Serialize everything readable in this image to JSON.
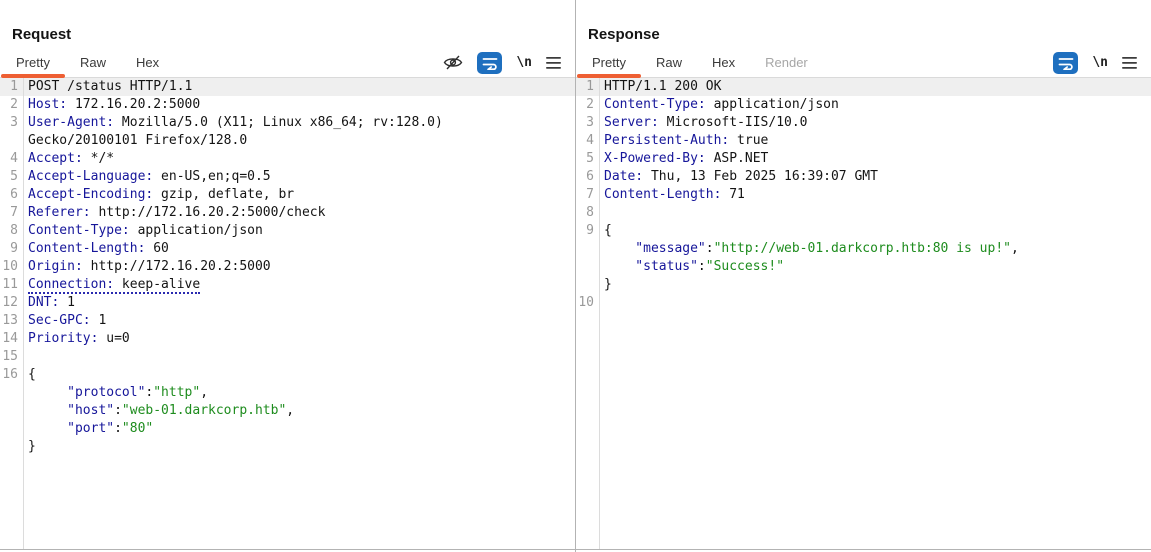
{
  "colors": {
    "accent_orange": "#ee5f33",
    "wrap_button_blue": "#1e6fbf",
    "active_layout_blue": "#1e5c94",
    "header_name_blue": "#16169a",
    "string_green": "#1e8c1e",
    "row_highlight": "#efefef"
  },
  "layout_controls": {
    "buttons": [
      {
        "name": "split-columns-layout",
        "icon": "two-vertical-panes-icon",
        "active": true
      },
      {
        "name": "split-rows-layout",
        "icon": "two-horizontal-panes-icon",
        "active": false
      },
      {
        "name": "single-pane-layout",
        "icon": "single-pane-icon",
        "active": false
      }
    ]
  },
  "request": {
    "title": "Request",
    "tabs": [
      {
        "label": "Pretty",
        "active": true
      },
      {
        "label": "Raw"
      },
      {
        "label": "Hex"
      }
    ],
    "toolbar": {
      "icons": [
        "hide-eye-icon",
        "soft-wrap-icon",
        "newline-icon",
        "menu-icon"
      ],
      "newline_label": "\\n"
    },
    "editable": true,
    "lines": [
      {
        "n": "1",
        "hl": true,
        "t": [
          [
            "p",
            "POST /status HTTP/1.1"
          ]
        ]
      },
      {
        "n": "2",
        "t": [
          [
            "h",
            "Host:"
          ],
          [
            "p",
            " 172.16.20.2:5000"
          ]
        ]
      },
      {
        "n": "3",
        "t": [
          [
            "h",
            "User-Agent:"
          ],
          [
            "p",
            " Mozilla/5.0 (X11; Linux x86_64; rv:128.0)"
          ]
        ]
      },
      {
        "t": [
          [
            "p",
            "Gecko/20100101 Firefox/128.0"
          ]
        ]
      },
      {
        "n": "4",
        "t": [
          [
            "h",
            "Accept:"
          ],
          [
            "p",
            " */*"
          ]
        ]
      },
      {
        "n": "5",
        "t": [
          [
            "h",
            "Accept-Language:"
          ],
          [
            "p",
            " en-US,en;q=0.5"
          ]
        ]
      },
      {
        "n": "6",
        "t": [
          [
            "h",
            "Accept-Encoding:"
          ],
          [
            "p",
            " gzip, deflate, br"
          ]
        ]
      },
      {
        "n": "7",
        "t": [
          [
            "h",
            "Referer:"
          ],
          [
            "p",
            " http://172.16.20.2:5000/check"
          ]
        ]
      },
      {
        "n": "8",
        "t": [
          [
            "h",
            "Content-Type:"
          ],
          [
            "p",
            " application/json"
          ]
        ]
      },
      {
        "n": "9",
        "t": [
          [
            "h",
            "Content-Length:"
          ],
          [
            "p",
            " 60"
          ]
        ]
      },
      {
        "n": "10",
        "t": [
          [
            "h",
            "Origin:"
          ],
          [
            "p",
            " http://172.16.20.2:5000"
          ]
        ]
      },
      {
        "n": "11",
        "dotted": true,
        "t": [
          [
            "h",
            "Connection:"
          ],
          [
            "p",
            " keep-alive"
          ]
        ]
      },
      {
        "n": "12",
        "t": [
          [
            "h",
            "DNT:"
          ],
          [
            "p",
            " 1"
          ]
        ]
      },
      {
        "n": "13",
        "t": [
          [
            "h",
            "Sec-GPC:"
          ],
          [
            "p",
            " 1"
          ]
        ]
      },
      {
        "n": "14",
        "t": [
          [
            "h",
            "Priority:"
          ],
          [
            "p",
            " u=0"
          ]
        ]
      },
      {
        "n": "15",
        "t": []
      },
      {
        "n": "16",
        "t": [
          [
            "p",
            "{"
          ]
        ]
      },
      {
        "t": [
          [
            "h",
            "     \"protocol\""
          ],
          [
            "p",
            ":"
          ],
          [
            "s",
            "\"http\""
          ],
          [
            "p",
            ","
          ]
        ]
      },
      {
        "t": [
          [
            "h",
            "     \"host\""
          ],
          [
            "p",
            ":"
          ],
          [
            "s",
            "\"web-01.darkcorp.htb\""
          ],
          [
            "p",
            ","
          ]
        ]
      },
      {
        "t": [
          [
            "h",
            "     \"port\""
          ],
          [
            "p",
            ":"
          ],
          [
            "s",
            "\"80\""
          ]
        ]
      },
      {
        "t": [
          [
            "p",
            "}"
          ]
        ]
      }
    ]
  },
  "response": {
    "title": "Response",
    "tabs": [
      {
        "label": "Pretty",
        "active": true
      },
      {
        "label": "Raw"
      },
      {
        "label": "Hex"
      },
      {
        "label": "Render",
        "disabled": true
      }
    ],
    "toolbar": {
      "icons": [
        "soft-wrap-icon",
        "newline-icon",
        "menu-icon"
      ],
      "newline_label": "\\n"
    },
    "editable": false,
    "lines": [
      {
        "n": "1",
        "hl": true,
        "t": [
          [
            "p",
            "HTTP/1.1 200 OK"
          ]
        ]
      },
      {
        "n": "2",
        "t": [
          [
            "h",
            "Content-Type:"
          ],
          [
            "p",
            " application/json"
          ]
        ]
      },
      {
        "n": "3",
        "t": [
          [
            "h",
            "Server:"
          ],
          [
            "p",
            " Microsoft-IIS/10.0"
          ]
        ]
      },
      {
        "n": "4",
        "t": [
          [
            "h",
            "Persistent-Auth:"
          ],
          [
            "p",
            " true"
          ]
        ]
      },
      {
        "n": "5",
        "t": [
          [
            "h",
            "X-Powered-By:"
          ],
          [
            "p",
            " ASP.NET"
          ]
        ]
      },
      {
        "n": "6",
        "t": [
          [
            "h",
            "Date:"
          ],
          [
            "p",
            " Thu, 13 Feb 2025 16:39:07 GMT"
          ]
        ]
      },
      {
        "n": "7",
        "t": [
          [
            "h",
            "Content-Length:"
          ],
          [
            "p",
            " 71"
          ]
        ]
      },
      {
        "n": "8",
        "t": []
      },
      {
        "n": "9",
        "t": [
          [
            "p",
            "{"
          ]
        ]
      },
      {
        "t": [
          [
            "h",
            "    \"message\""
          ],
          [
            "p",
            ":"
          ],
          [
            "s",
            "\"http://web-01.darkcorp.htb:80 is up!\""
          ],
          [
            "p",
            ","
          ]
        ]
      },
      {
        "t": [
          [
            "h",
            "    \"status\""
          ],
          [
            "p",
            ":"
          ],
          [
            "s",
            "\"Success!\""
          ]
        ]
      },
      {
        "t": [
          [
            "p",
            "}"
          ]
        ]
      },
      {
        "n": "10",
        "t": []
      }
    ]
  }
}
